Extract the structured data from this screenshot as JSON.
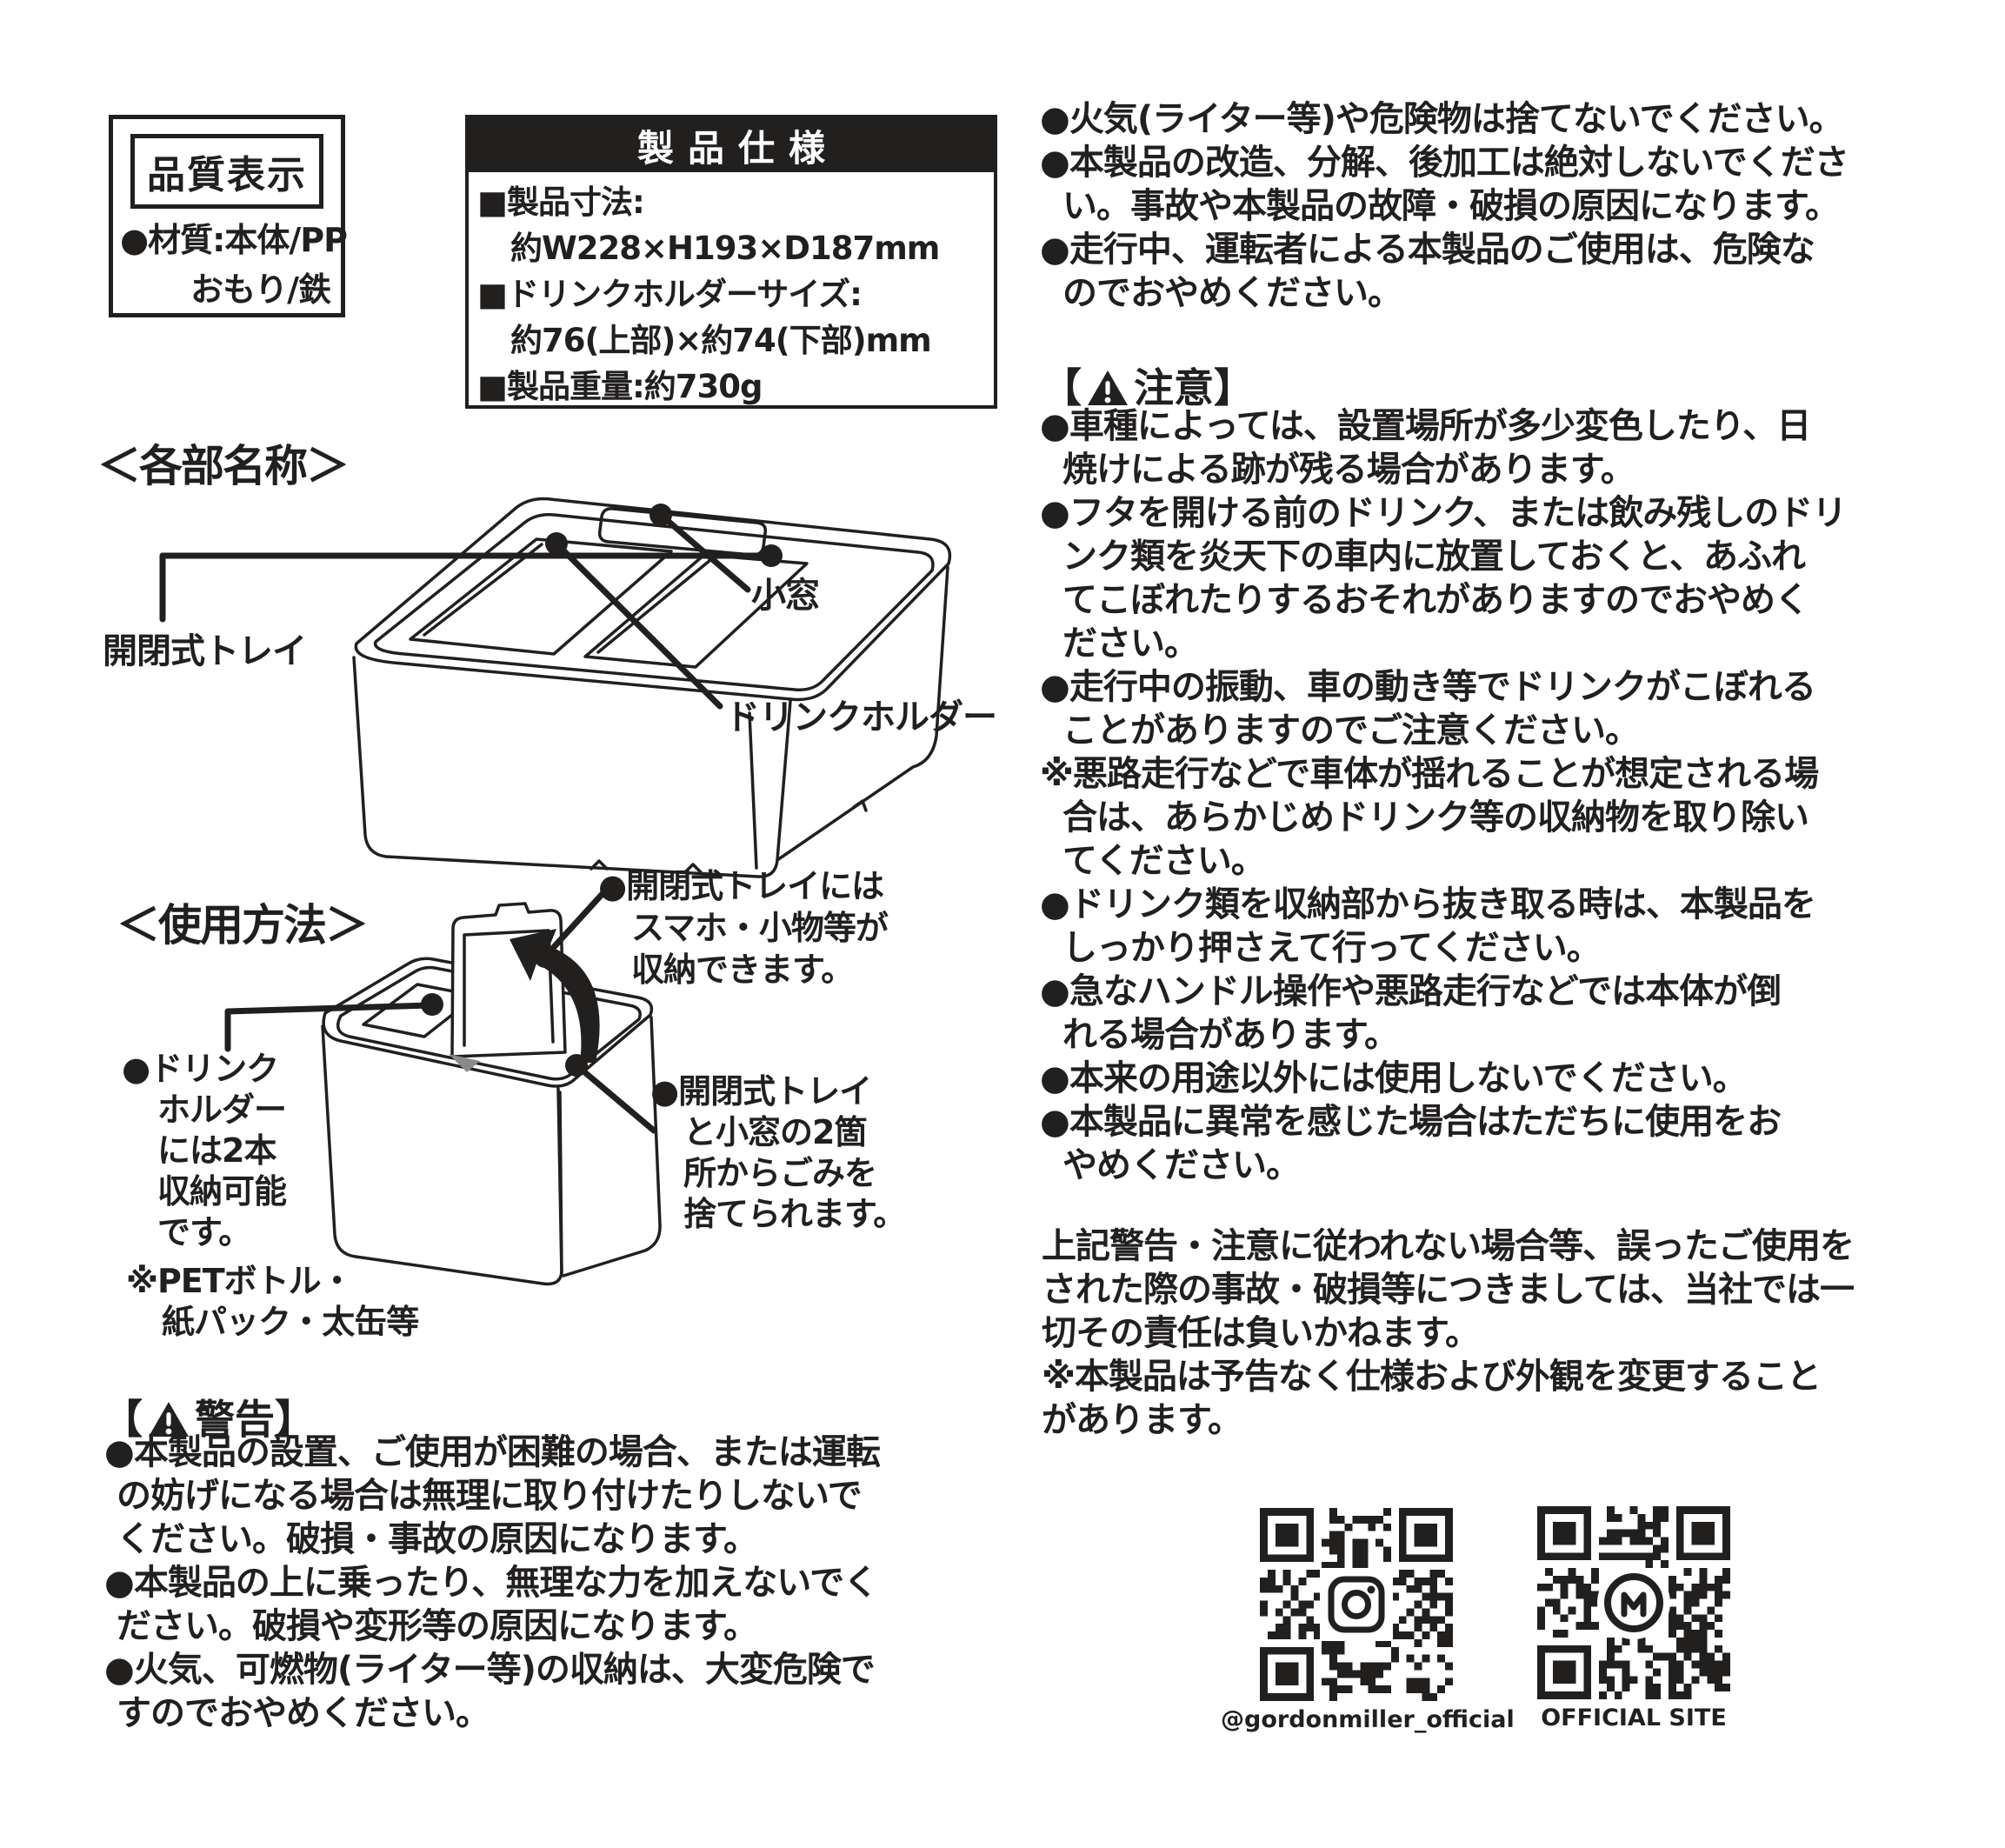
{
  "quality_box": {
    "title": "品質表示",
    "material_line1": "●材質:本体/PP",
    "material_line2": "おもり/鉄"
  },
  "spec_box": {
    "title": "製品仕様",
    "lines": [
      "■製品寸法:",
      "約W228×H193×D187mm",
      "■ドリンクホルダーサイズ:",
      "約76(上部)×約74(下部)mm",
      "■製品重量:約730g"
    ]
  },
  "parts_section": {
    "heading": "＜各部名称＞",
    "label_tray": "開閉式トレイ",
    "label_window": "小窓",
    "label_holder": "ドリンクホルダー"
  },
  "usage_section": {
    "heading": "＜使用方法＞",
    "note_tray_lines": [
      "●開閉式トレイには",
      "スマホ・小物等が",
      "収納できます。"
    ],
    "note_dispose_lines": [
      "●開閉式トレイ",
      "と小窓の2箇",
      "所からごみを",
      "捨てられます。"
    ],
    "note_holder_lines": [
      "●ドリンク",
      "ホルダー",
      "には2本",
      "収納可能",
      "です。"
    ],
    "note_bottle_lines": [
      "※PETボトル・",
      "紙パック・太缶等"
    ]
  },
  "warning_section": {
    "heading_open": "【",
    "heading_label": "警告",
    "heading_close": "】",
    "lines": [
      "●本製品の設置、ご使用が困難の場合、または運転",
      "の妨げになる場合は無理に取り付けたりしないで",
      "ください。破損・事故の原因になります。",
      "●本製品の上に乗ったり、無理な力を加えないでく",
      "ださい。破損や変形等の原因になります。",
      "●火気、可燃物(ライター等)の収納は、大変危険で",
      "すのでおやめください。"
    ]
  },
  "right_warnings": {
    "lines": [
      "●火気(ライター等)や危険物は捨てないでください。",
      "●本製品の改造、分解、後加工は絶対しないでくださ",
      "い。事故や本製品の故障・破損の原因になります。",
      "●走行中、運転者による本製品のご使用は、危険な",
      "のでおやめください。"
    ]
  },
  "caution_section": {
    "heading_open": "【",
    "heading_label": "注意",
    "heading_close": "】",
    "lines": [
      "●車種によっては、設置場所が多少変色したり、日",
      "焼けによる跡が残る場合があります。",
      "●フタを開ける前のドリンク、または飲み残しのドリ",
      "ンク類を炎天下の車内に放置しておくと、あふれ",
      "てこぼれたりするおそれがありますのでおやめく",
      "ださい。",
      "●走行中の振動、車の動き等でドリンクがこぼれる",
      "ことがありますのでご注意ください。",
      "※悪路走行などで車体が揺れることが想定される場",
      "合は、あらかじめドリンク等の収納物を取り除い",
      "てください。",
      "●ドリンク類を収納部から抜き取る時は、本製品を",
      "しっかり押さえて行ってください。",
      "●急なハンドル操作や悪路走行などでは本体が倒",
      "れる場合があります。",
      "●本来の用途以外には使用しないでください。",
      "●本製品に異常を感じた場合はただちに使用をお",
      "やめください。"
    ]
  },
  "disclaimer": {
    "lines": [
      "上記警告・注意に従われない場合等、誤ったご使用を",
      "された際の事故・破損等につきましては、当社では一",
      "切その責任は負いかねます。",
      "※本製品は予告なく仕様および外観を変更すること",
      "があります。"
    ]
  },
  "qr": {
    "instagram_caption": "@gordonmiller_official",
    "official_caption": "OFFICIAL SITE"
  },
  "colors": {
    "ink": "#221f1f",
    "paper": "#ffffff"
  }
}
